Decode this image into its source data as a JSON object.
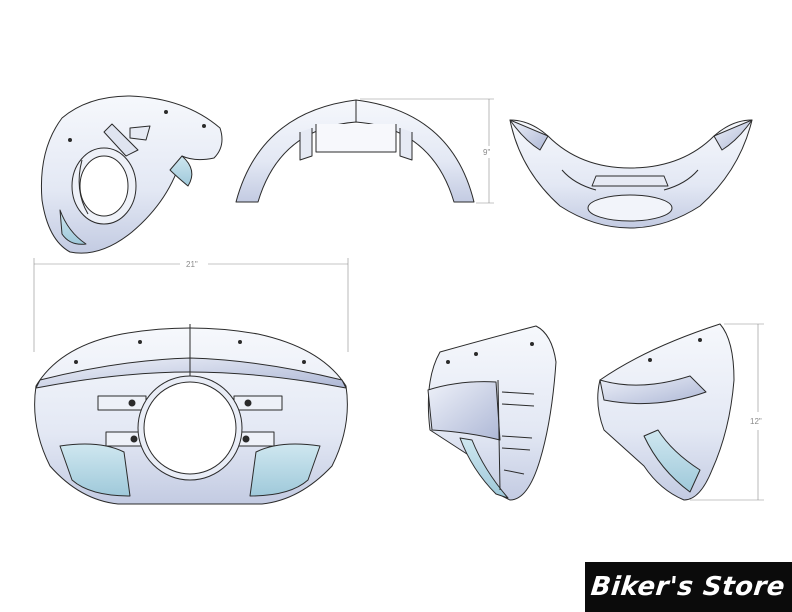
{
  "dimensions": {
    "height_top": "9\"",
    "width": "21\"",
    "height_side": "12\""
  },
  "watermark": {
    "text": "Biker's Store"
  },
  "colors": {
    "outline": "#2b2b2b",
    "body_light": "#f4f6fb",
    "body_mid": "#dfe4f2",
    "body_shade": "#b9c2dc",
    "vent_blue": "#b8dbe8",
    "dimension_line": "#8a8a8a",
    "watermark_bg": "#0b0b0b"
  }
}
